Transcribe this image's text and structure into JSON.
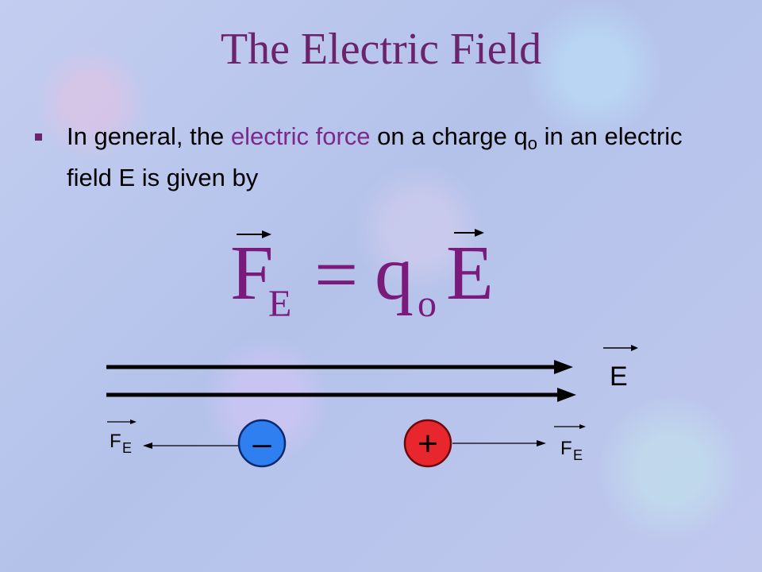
{
  "slide": {
    "title": "The Electric Field",
    "bullet": {
      "part1": "In general, the ",
      "highlight": "electric force",
      "part2": " on a charge q",
      "charge_subscript": "o",
      "part3": " in an electric field E is given by"
    }
  },
  "equation": {
    "force_symbol": "F",
    "force_subscript": "E",
    "equals": "=",
    "charge_symbol": "q",
    "charge_subscript": "o",
    "field_symbol": "E"
  },
  "diagram": {
    "field_label": "E",
    "left_force_label": "F",
    "left_force_subscript": "E",
    "right_force_label": "F",
    "right_force_subscript": "E",
    "negative_sign": "–",
    "positive_sign": "+"
  },
  "colors": {
    "title": "#6b246b",
    "highlight": "#7a2a8a",
    "equation": "#7a1a7a",
    "negative_charge": "#2f7ff0",
    "positive_charge": "#e8262e"
  }
}
